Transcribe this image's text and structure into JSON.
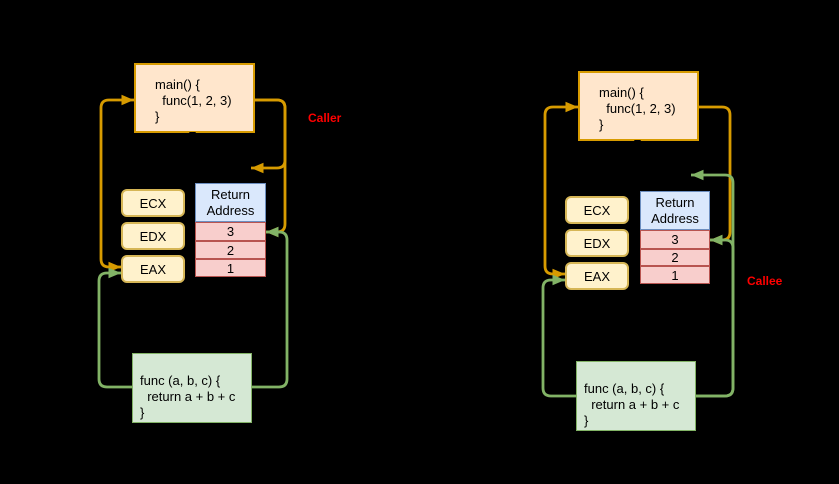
{
  "colors": {
    "background": "#000000",
    "orange_arrow": "#D79B00",
    "green_arrow": "#82B366",
    "main_box_fill": "#FFE6CC",
    "main_box_border": "#D79B00",
    "register_fill": "#FFF2CC",
    "register_border": "#D6B656",
    "return_address_fill": "#DAE8FC",
    "return_address_border": "#6C8EBF",
    "stack_arg_fill": "#F8CECC",
    "stack_arg_border": "#B85450",
    "func_box_fill": "#D5E8D4",
    "func_box_border": "#82B366",
    "role_label_color": "#FF0000"
  },
  "left": {
    "label": "Caller",
    "main_code": [
      "main() {",
      "  func(1, 2, 3)",
      "}"
    ],
    "registers": [
      "ECX",
      "EDX",
      "EAX"
    ],
    "stack": {
      "top": "Return Address",
      "args": [
        "3",
        "2",
        "1"
      ]
    },
    "func_code": [
      "func (a, b, c) {",
      "  return a + b + c",
      "}"
    ]
  },
  "right": {
    "label": "Callee",
    "main_code": [
      "main() {",
      "  func(1, 2, 3)",
      "}"
    ],
    "registers": [
      "ECX",
      "EDX",
      "EAX"
    ],
    "stack": {
      "top": "Return Address",
      "args": [
        "3",
        "2",
        "1"
      ]
    },
    "func_code": [
      "func (a, b, c) {",
      "  return a + b + c",
      "}"
    ]
  }
}
